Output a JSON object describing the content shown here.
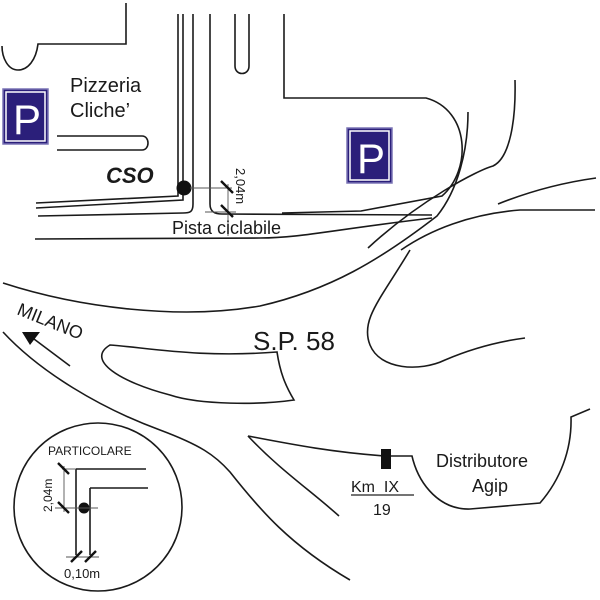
{
  "map": {
    "labels": {
      "pizzeria_line1": "Pizzeria",
      "pizzeria_line2": "Cliche’",
      "cso": "CSO",
      "dimension_main": "2,04m",
      "bike_path": "Pista ciclabile",
      "direction": "MILANO",
      "road": "S.P. 58",
      "station_line1": "Distributore",
      "station_line2": "Agip",
      "km_marker_top": "Km  IX",
      "km_marker_bottom": "19"
    },
    "parking": {
      "letter": "P",
      "color": "#2b1f7a",
      "count": 2
    },
    "inset": {
      "title": "PARTICOLARE",
      "dimension_vertical": "2,04m",
      "dimension_horizontal": "0,10m"
    }
  }
}
